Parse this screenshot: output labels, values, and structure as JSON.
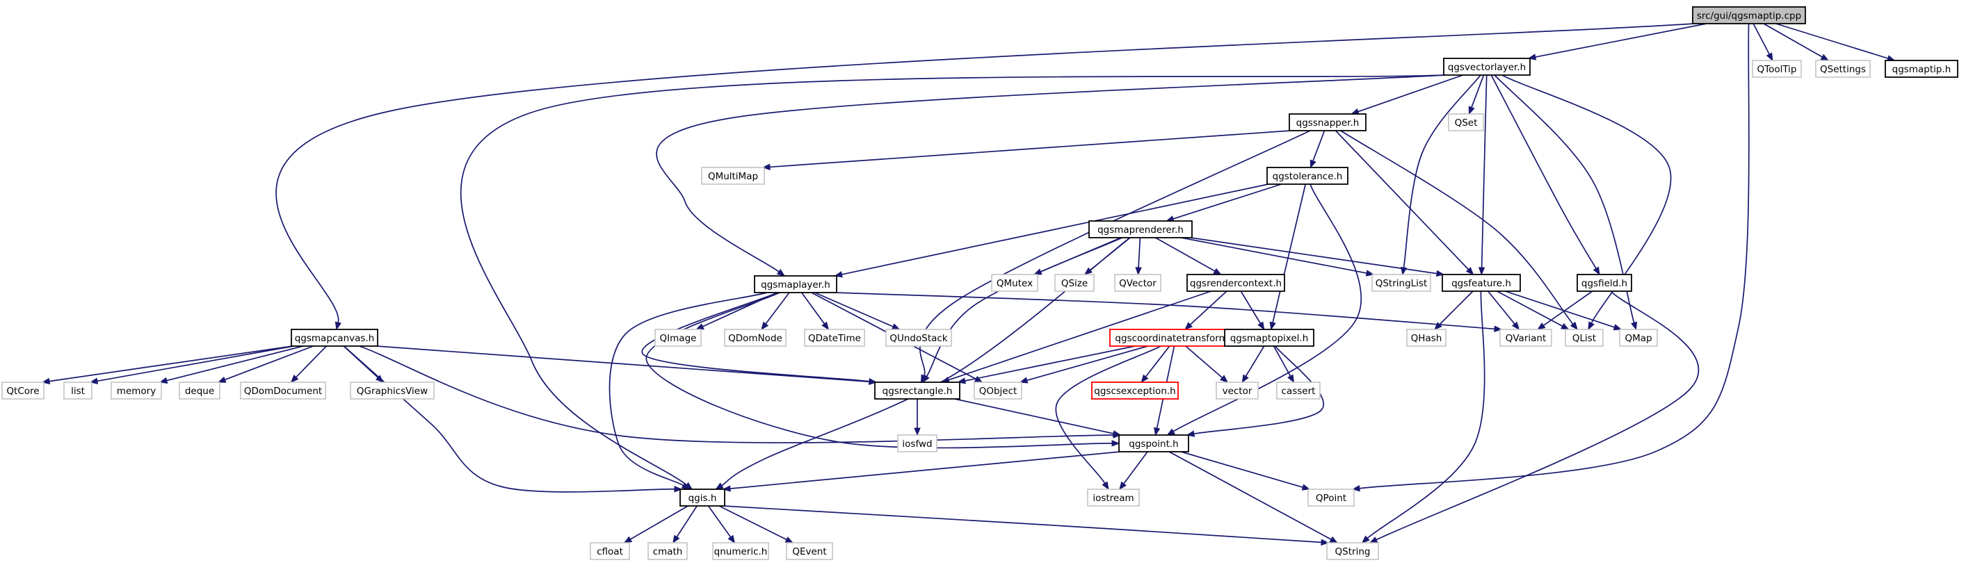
{
  "nodes": [
    {
      "id": "root",
      "label": "src/gui/qgsmaptip.cpp",
      "style": "root"
    },
    {
      "id": "qgsvectorlayer",
      "label": "qgsvectorlayer.h",
      "style": "doc"
    },
    {
      "id": "QToolTip",
      "label": "QToolTip",
      "style": "sys"
    },
    {
      "id": "QSettings",
      "label": "QSettings",
      "style": "sys"
    },
    {
      "id": "qgsmaptip_h",
      "label": "qgsmaptip.h",
      "style": "doc"
    },
    {
      "id": "qgssnapper",
      "label": "qgssnapper.h",
      "style": "doc"
    },
    {
      "id": "QSet",
      "label": "QSet",
      "style": "sys"
    },
    {
      "id": "QMultiMap",
      "label": "QMultiMap",
      "style": "sys"
    },
    {
      "id": "qgstolerance",
      "label": "qgstolerance.h",
      "style": "doc"
    },
    {
      "id": "qgsmaprenderer",
      "label": "qgsmaprenderer.h",
      "style": "doc"
    },
    {
      "id": "qgsmaplayer",
      "label": "qgsmaplayer.h",
      "style": "doc"
    },
    {
      "id": "QMutex",
      "label": "QMutex",
      "style": "sys"
    },
    {
      "id": "QSize",
      "label": "QSize",
      "style": "sys"
    },
    {
      "id": "QVector",
      "label": "QVector",
      "style": "sys"
    },
    {
      "id": "qgsrendercontext",
      "label": "qgsrendercontext.h",
      "style": "doc"
    },
    {
      "id": "QStringList",
      "label": "QStringList",
      "style": "sys"
    },
    {
      "id": "qgsfeature",
      "label": "qgsfeature.h",
      "style": "doc"
    },
    {
      "id": "qgsfield",
      "label": "qgsfield.h",
      "style": "doc"
    },
    {
      "id": "qgsmapcanvas",
      "label": "qgsmapcanvas.h",
      "style": "doc"
    },
    {
      "id": "QImage",
      "label": "QImage",
      "style": "sys"
    },
    {
      "id": "QDomNode",
      "label": "QDomNode",
      "style": "sys"
    },
    {
      "id": "QDateTime",
      "label": "QDateTime",
      "style": "sys"
    },
    {
      "id": "QUndoStack",
      "label": "QUndoStack",
      "style": "sys"
    },
    {
      "id": "qgscoordinatetransform",
      "label": "qgscoordinatetransform.h",
      "style": "red"
    },
    {
      "id": "qgsmaptopixel",
      "label": "qgsmaptopixel.h",
      "style": "doc"
    },
    {
      "id": "QHash",
      "label": "QHash",
      "style": "sys"
    },
    {
      "id": "QVariant",
      "label": "QVariant",
      "style": "sys"
    },
    {
      "id": "QList",
      "label": "QList",
      "style": "sys"
    },
    {
      "id": "QMap",
      "label": "QMap",
      "style": "sys"
    },
    {
      "id": "QtCore",
      "label": "QtCore",
      "style": "sys"
    },
    {
      "id": "list",
      "label": "list",
      "style": "sys"
    },
    {
      "id": "memory",
      "label": "memory",
      "style": "sys"
    },
    {
      "id": "deque",
      "label": "deque",
      "style": "sys"
    },
    {
      "id": "QDomDocument",
      "label": "QDomDocument",
      "style": "sys"
    },
    {
      "id": "QGraphicsView",
      "label": "QGraphicsView",
      "style": "sys"
    },
    {
      "id": "qgsrectangle",
      "label": "qgsrectangle.h",
      "style": "doc"
    },
    {
      "id": "QObject",
      "label": "QObject",
      "style": "sys"
    },
    {
      "id": "qgscsexception",
      "label": "qgscsexception.h",
      "style": "red"
    },
    {
      "id": "vector",
      "label": "vector",
      "style": "sys"
    },
    {
      "id": "cassert",
      "label": "cassert",
      "style": "sys"
    },
    {
      "id": "iosfwd",
      "label": "iosfwd",
      "style": "sys"
    },
    {
      "id": "qgspoint",
      "label": "qgspoint.h",
      "style": "doc"
    },
    {
      "id": "qgis",
      "label": "qgis.h",
      "style": "doc"
    },
    {
      "id": "iostream",
      "label": "iostream",
      "style": "sys"
    },
    {
      "id": "QPoint",
      "label": "QPoint",
      "style": "sys"
    },
    {
      "id": "cfloat",
      "label": "cfloat",
      "style": "sys"
    },
    {
      "id": "cmath",
      "label": "cmath",
      "style": "sys"
    },
    {
      "id": "qnumeric",
      "label": "qnumeric.h",
      "style": "sys"
    },
    {
      "id": "QEvent",
      "label": "QEvent",
      "style": "sys"
    },
    {
      "id": "QString",
      "label": "QString",
      "style": "sys"
    }
  ],
  "edges": [
    [
      "root",
      "qgsvectorlayer"
    ],
    [
      "root",
      "QToolTip"
    ],
    [
      "root",
      "QSettings"
    ],
    [
      "root",
      "qgsmaptip_h"
    ],
    [
      "root",
      "qgsmapcanvas"
    ],
    [
      "root",
      "QPoint"
    ],
    [
      "qgsvectorlayer",
      "qgssnapper"
    ],
    [
      "qgsvectorlayer",
      "QSet"
    ],
    [
      "qgsvectorlayer",
      "qgsmaplayer"
    ],
    [
      "qgsvectorlayer",
      "QStringList"
    ],
    [
      "qgsvectorlayer",
      "qgsfeature"
    ],
    [
      "qgsvectorlayer",
      "qgsfield"
    ],
    [
      "qgsvectorlayer",
      "QList"
    ],
    [
      "qgsvectorlayer",
      "QMap"
    ],
    [
      "qgsvectorlayer",
      "qgis"
    ],
    [
      "qgssnapper",
      "QMultiMap"
    ],
    [
      "qgssnapper",
      "qgstolerance"
    ],
    [
      "qgssnapper",
      "qgsfeature"
    ],
    [
      "qgssnapper",
      "QList"
    ],
    [
      "qgssnapper",
      "qgsrectangle"
    ],
    [
      "qgstolerance",
      "qgsmaprenderer"
    ],
    [
      "qgstolerance",
      "qgsmaplayer"
    ],
    [
      "qgstolerance",
      "qgsmaptopixel"
    ],
    [
      "qgstolerance",
      "qgspoint"
    ],
    [
      "qgsmaprenderer",
      "QMutex"
    ],
    [
      "qgsmaprenderer",
      "QSize"
    ],
    [
      "qgsmaprenderer",
      "QVector"
    ],
    [
      "qgsmaprenderer",
      "qgsrendercontext"
    ],
    [
      "qgsmaprenderer",
      "QStringList"
    ],
    [
      "qgsmaprenderer",
      "qgsfeature"
    ],
    [
      "qgsmaprenderer",
      "qgsrectangle"
    ],
    [
      "qgsmaprenderer",
      "qgis"
    ],
    [
      "qgsmaplayer",
      "QImage"
    ],
    [
      "qgsmaplayer",
      "QDomNode"
    ],
    [
      "qgsmaplayer",
      "QDateTime"
    ],
    [
      "qgsmaplayer",
      "QUndoStack"
    ],
    [
      "qgsmaplayer",
      "QObject"
    ],
    [
      "qgsmaplayer",
      "QVariant"
    ],
    [
      "qgsmaplayer",
      "qgsrectangle"
    ],
    [
      "qgsmaplayer",
      "qgspoint"
    ],
    [
      "qgsmaplayer",
      "qgis"
    ],
    [
      "qgsrendercontext",
      "qgscoordinatetransform"
    ],
    [
      "qgsrendercontext",
      "qgsmaptopixel"
    ],
    [
      "qgsrendercontext",
      "qgsrectangle"
    ],
    [
      "qgsfeature",
      "QHash"
    ],
    [
      "qgsfeature",
      "QVariant"
    ],
    [
      "qgsfeature",
      "QList"
    ],
    [
      "qgsfeature",
      "QMap"
    ],
    [
      "qgsfeature",
      "QString"
    ],
    [
      "qgsfield",
      "QVariant"
    ],
    [
      "qgsfield",
      "QString"
    ],
    [
      "qgsmapcanvas",
      "QtCore"
    ],
    [
      "qgsmapcanvas",
      "list"
    ],
    [
      "qgsmapcanvas",
      "memory"
    ],
    [
      "qgsmapcanvas",
      "deque"
    ],
    [
      "qgsmapcanvas",
      "QDomDocument"
    ],
    [
      "qgsmapcanvas",
      "QGraphicsView"
    ],
    [
      "qgsmapcanvas",
      "qgsrectangle"
    ],
    [
      "qgsmapcanvas",
      "qgspoint"
    ],
    [
      "qgsmapcanvas",
      "qgis"
    ],
    [
      "qgscoordinatetransform",
      "QObject"
    ],
    [
      "qgscoordinatetransform",
      "qgscsexception"
    ],
    [
      "qgscoordinatetransform",
      "vector"
    ],
    [
      "qgscoordinatetransform",
      "qgsrectangle"
    ],
    [
      "qgscoordinatetransform",
      "qgspoint"
    ],
    [
      "qgscoordinatetransform",
      "iostream"
    ],
    [
      "qgsmaptopixel",
      "vector"
    ],
    [
      "qgsmaptopixel",
      "cassert"
    ],
    [
      "qgsmaptopixel",
      "qgspoint"
    ],
    [
      "qgsrectangle",
      "iosfwd"
    ],
    [
      "qgsrectangle",
      "qgspoint"
    ],
    [
      "qgspoint",
      "qgis"
    ],
    [
      "qgspoint",
      "iostream"
    ],
    [
      "qgspoint",
      "QPoint"
    ],
    [
      "qgspoint",
      "QString"
    ],
    [
      "qgis",
      "cfloat"
    ],
    [
      "qgis",
      "cmath"
    ],
    [
      "qgis",
      "qnumeric"
    ],
    [
      "qgis",
      "QEvent"
    ],
    [
      "qgis",
      "QString"
    ]
  ]
}
